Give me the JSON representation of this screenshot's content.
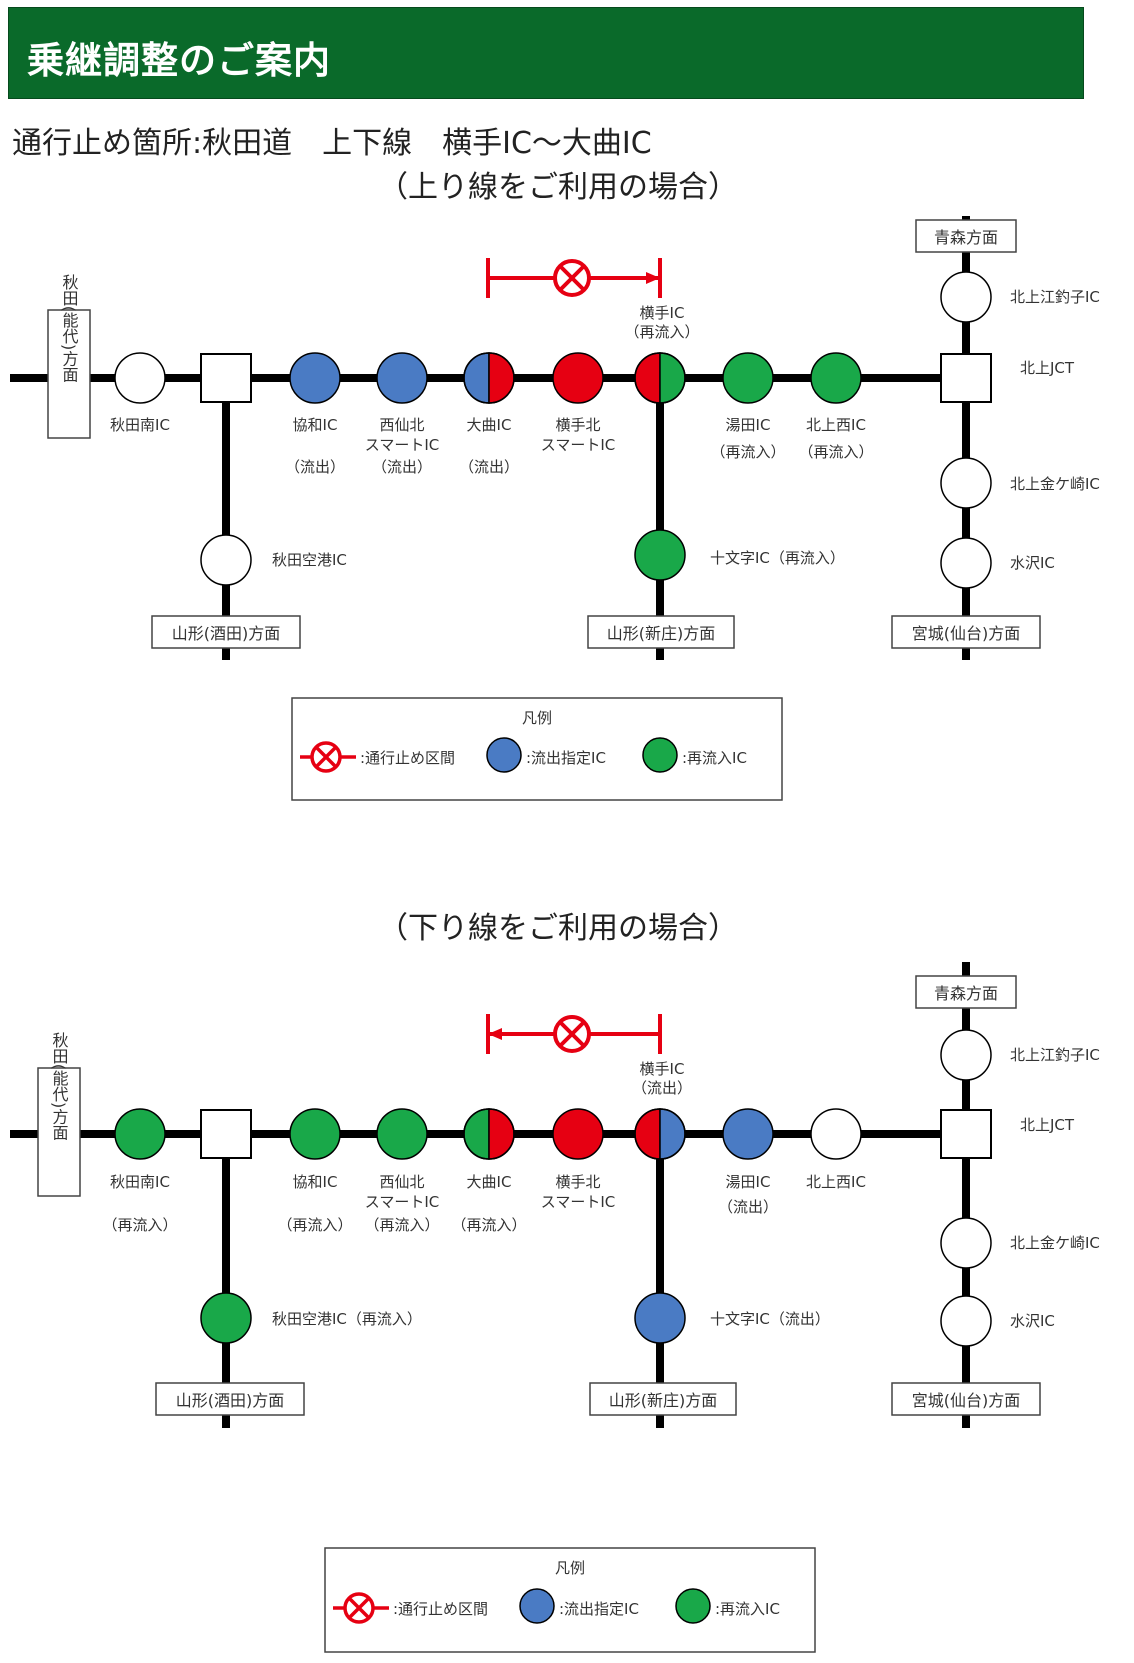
{
  "header": {
    "title": "乗継調整のご案内"
  },
  "closure_text": "通行止め箇所:秋田道　上下線　横手IC～大曲IC",
  "colors": {
    "header_green": "#0a6a2a",
    "closed_red": "#ff0000",
    "exit_blue": "#4a7bc4",
    "reentry_green": "#19a849"
  },
  "up_line": {
    "subtitle": "（上り線をご利用の場合）",
    "directions": {
      "left": "秋田(能代)方面",
      "aomori": "青森方面",
      "yamagata_sakata": "山形(酒田)方面",
      "yamagata_shinjo": "山形(新庄)方面",
      "miyagi": "宮城(仙台)方面"
    },
    "stations": {
      "akita_minami": {
        "name": "秋田南IC",
        "note": ""
      },
      "kyowa": {
        "name": "協和IC",
        "note": "（流出）"
      },
      "nishisenboku": {
        "name1": "西仙北",
        "name2": "スマートIC",
        "note": "（流出）"
      },
      "omagari": {
        "name": "大曲IC",
        "note": "（流出）"
      },
      "yokotekita": {
        "name1": "横手北",
        "name2": "スマートIC"
      },
      "yokote": {
        "name": "横手IC",
        "note": "（再流入）"
      },
      "yuda": {
        "name": "湯田IC",
        "note": "（再流入）"
      },
      "kitakaminishi": {
        "name": "北上西IC",
        "note": "（再流入）"
      },
      "akita_airport": {
        "name": "秋田空港IC"
      },
      "jumonji": {
        "name": "十文字IC（再流入）"
      },
      "kitakami_esashi": {
        "name": "北上江釣子IC"
      },
      "kitakami_jct": {
        "name": "北上JCT"
      },
      "kitakami_kanegasaki": {
        "name": "北上金ケ崎IC"
      },
      "mizusawa": {
        "name": "水沢IC"
      }
    }
  },
  "down_line": {
    "subtitle": "（下り線をご利用の場合）",
    "directions": {
      "left": "秋田(能代)方面",
      "aomori": "青森方面",
      "yamagata_sakata": "山形(酒田)方面",
      "yamagata_shinjo": "山形(新庄)方面",
      "miyagi": "宮城(仙台)方面"
    },
    "stations": {
      "akita_minami": {
        "name": "秋田南IC",
        "note": "（再流入）"
      },
      "kyowa": {
        "name": "協和IC",
        "note": "（再流入）"
      },
      "nishisenboku": {
        "name1": "西仙北",
        "name2": "スマートIC",
        "note": "（再流入）"
      },
      "omagari": {
        "name": "大曲IC",
        "note": "（再流入）"
      },
      "yokotekita": {
        "name1": "横手北",
        "name2": "スマートIC"
      },
      "yokote": {
        "name": "横手IC",
        "note": "（流出）"
      },
      "yuda": {
        "name": "湯田IC",
        "note": "（流出）"
      },
      "kitakaminishi": {
        "name": "北上西IC",
        "note": ""
      },
      "akita_airport": {
        "name": "秋田空港IC（再流入）"
      },
      "jumonji": {
        "name": "十文字IC（流出）"
      },
      "kitakami_esashi": {
        "name": "北上江釣子IC"
      },
      "kitakami_jct": {
        "name": "北上JCT"
      },
      "kitakami_kanegasaki": {
        "name": "北上金ケ崎IC"
      },
      "mizusawa": {
        "name": "水沢IC"
      }
    }
  },
  "legend": {
    "title": "凡例",
    "closed": ":通行止め区間",
    "exit": ":流出指定IC",
    "reentry": ":再流入IC"
  }
}
